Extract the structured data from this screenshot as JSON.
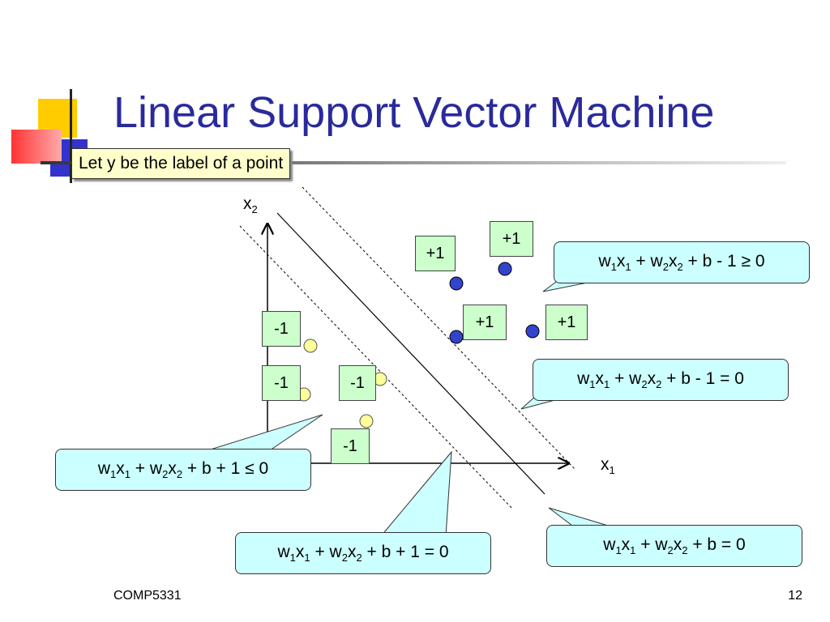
{
  "slide": {
    "title": "Linear Support Vector Machine",
    "subtitle": "Let y be the label of a point",
    "footer_left": "COMP5331",
    "page_number": "12"
  },
  "axes": {
    "x_label_base": "x",
    "x_label_sub": "1",
    "y_label_base": "x",
    "y_label_sub": "2"
  },
  "positive_labels": [
    "+1",
    "+1",
    "+1",
    "+1"
  ],
  "negative_labels": [
    "-1",
    "-1",
    "-1",
    "-1"
  ],
  "callouts": {
    "positive_region": "w1x1 + w2x2 + b - 1 ≥ 0",
    "positive_margin": "w1x1 + w2x2 + b - 1 = 0",
    "negative_region": "w1x1 + w2x2 + b + 1 ≤ 0",
    "negative_margin": "w1x1 + w2x2 + b + 1 = 0",
    "hyperplane": "w1x1 + w2x2 + b = 0"
  },
  "colors": {
    "title": "#2a2a9c",
    "positive_point": "#3344cc",
    "negative_point": "#ffff99",
    "label_box": "#ccffcc",
    "callout": "#ccffff",
    "subtitle_box": "#ffffcc"
  }
}
